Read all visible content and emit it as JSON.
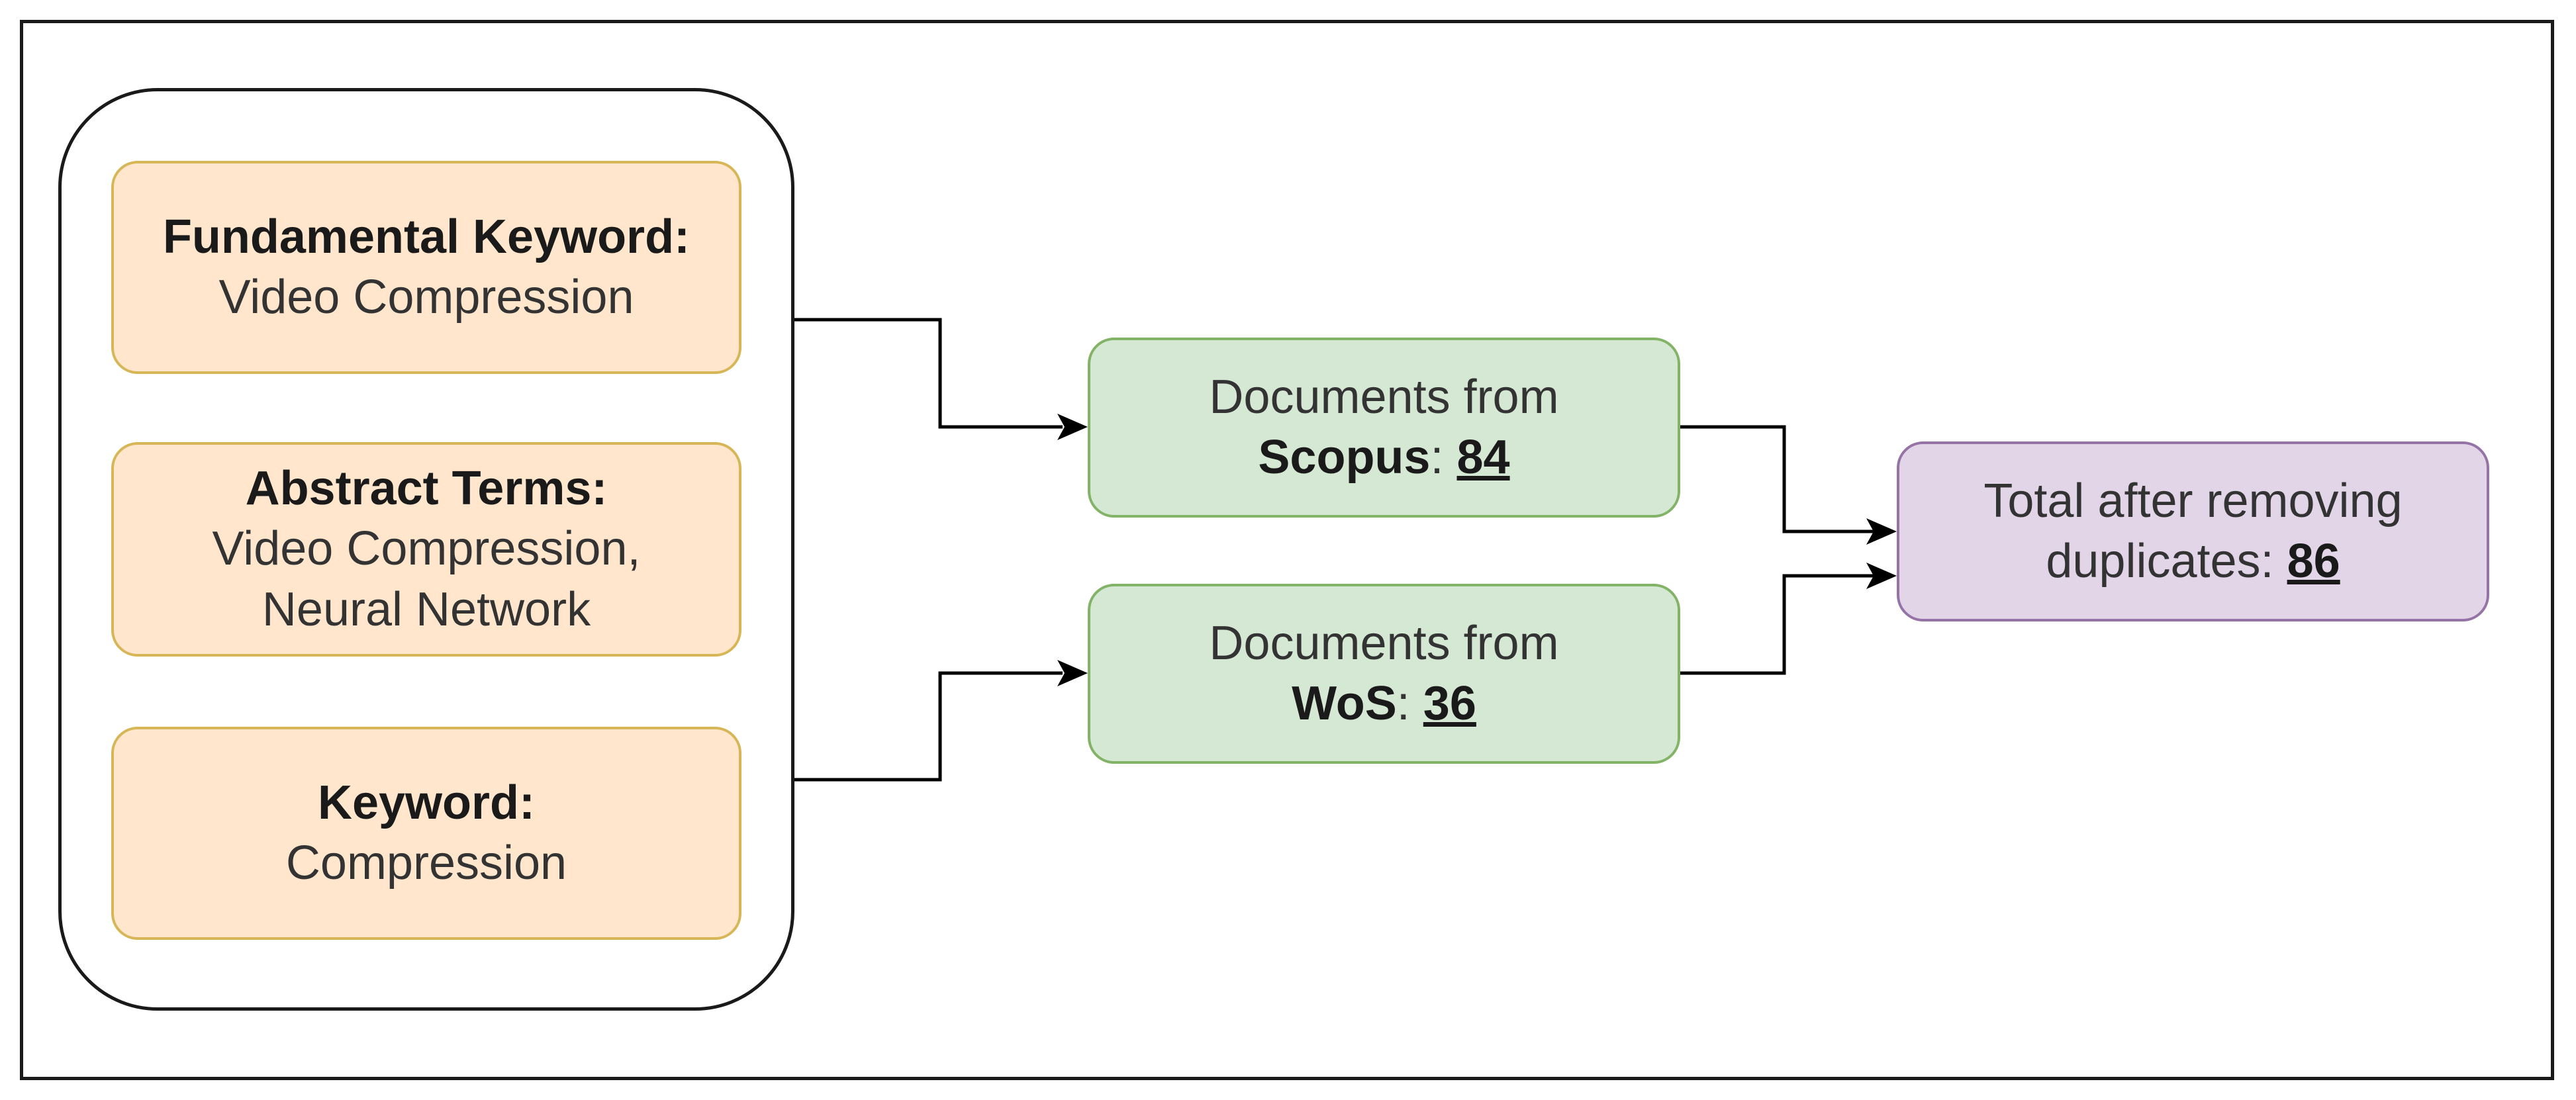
{
  "criteria": [
    {
      "label": "Fundamental Keyword:",
      "lines": [
        "Video Compression"
      ]
    },
    {
      "label": "Abstract Terms:",
      "lines": [
        "Video Compression,",
        "Neural Network"
      ]
    },
    {
      "label": "Keyword:",
      "lines": [
        "Compression"
      ]
    }
  ],
  "sources": [
    {
      "prefix": "Documents from",
      "name": "Scopus",
      "sep": ": ",
      "count": "84"
    },
    {
      "prefix": "Documents from",
      "name": "WoS",
      "sep": ": ",
      "count": "36"
    }
  ],
  "result": {
    "line1": "Total after removing",
    "line2_prefix": "duplicates: ",
    "count": "86"
  },
  "colors": {
    "criteria_fill": "#ffe6cc",
    "criteria_stroke": "#d6b656",
    "source_fill": "#d5e8d4",
    "source_stroke": "#82b366",
    "result_fill": "#e1d5e7",
    "result_stroke": "#9673a6",
    "connector": "#000000"
  }
}
